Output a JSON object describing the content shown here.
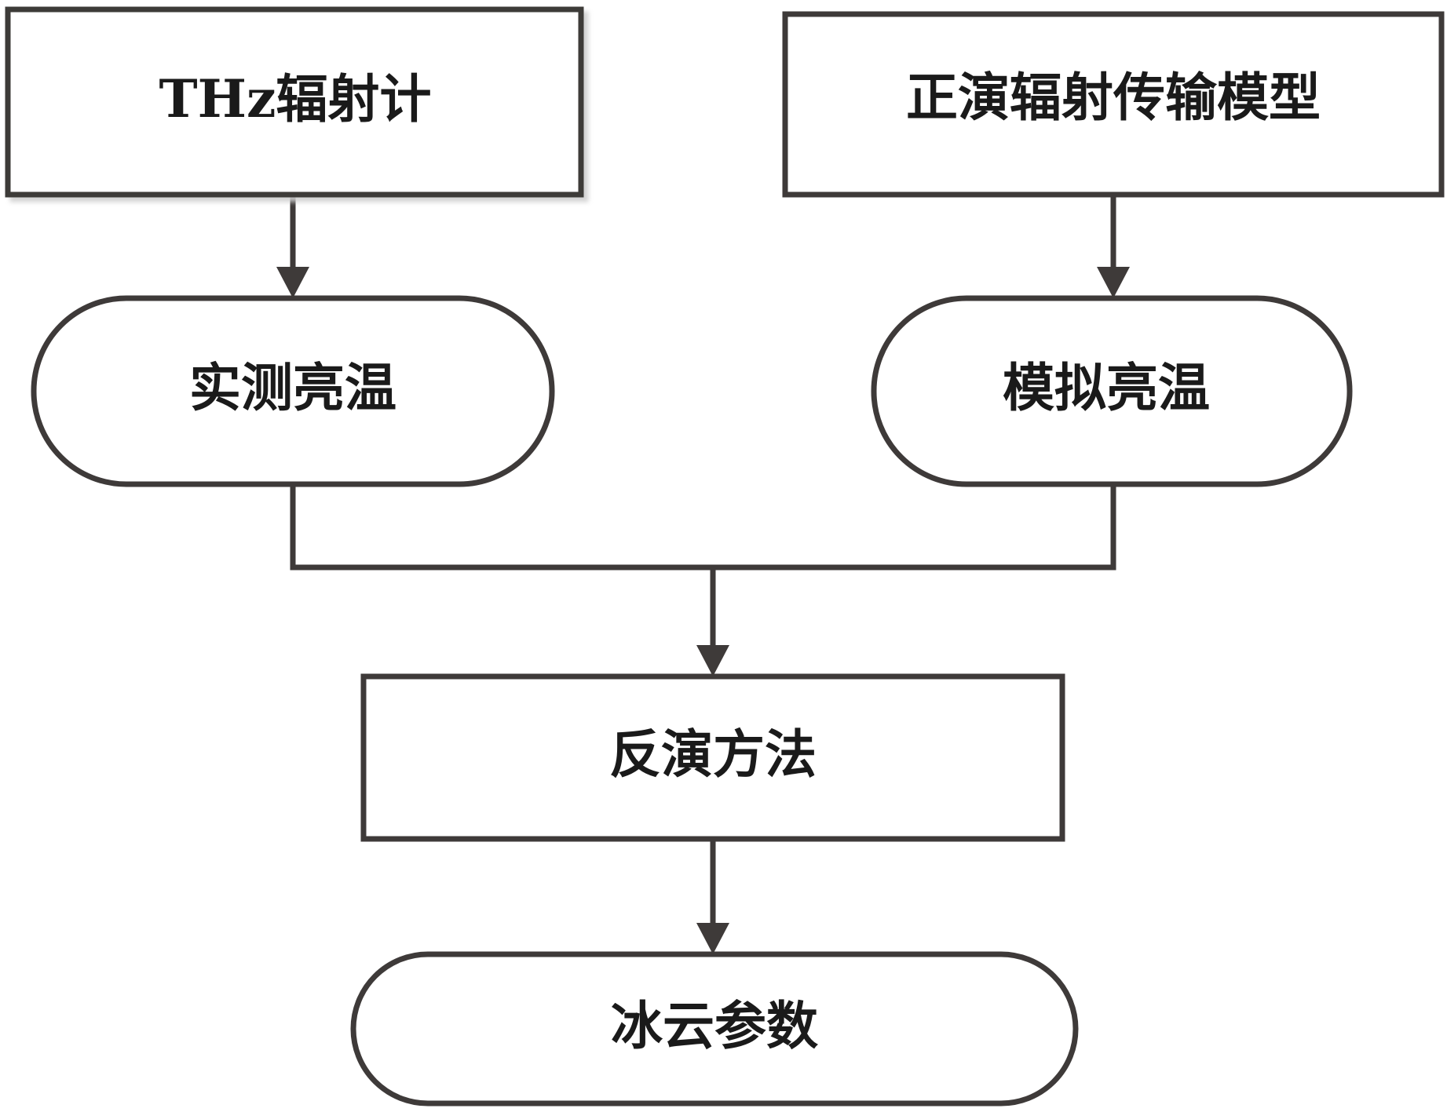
{
  "nodes": {
    "thz_radiometer": "THz辐射计",
    "forward_model": "正演辐射传输模型",
    "measured_bt": "实测亮温",
    "simulated_bt": "模拟亮温",
    "retrieval_method": "反演方法",
    "ice_cloud_params": "冰云参数"
  },
  "colors": {
    "stroke": "#3e3a39",
    "shadow": "#d9d9d9",
    "fill": "#ffffff",
    "text": "#1a1a1a"
  }
}
